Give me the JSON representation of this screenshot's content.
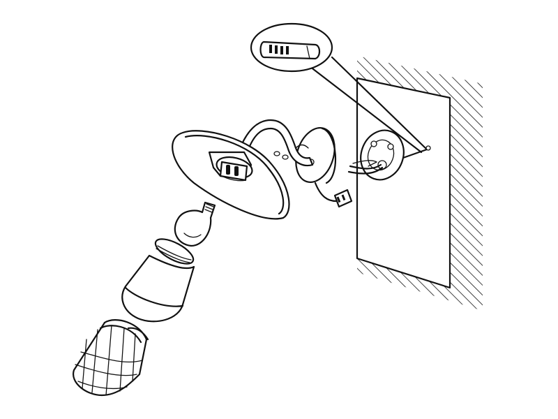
{
  "drawing": {
    "line_color": "#111111",
    "background": "#ffffff",
    "parts": [
      "wall-hatching",
      "mounting-plate",
      "detail-callout-bubble",
      "wall-mounting-bracket",
      "backplate",
      "gooseneck-arm",
      "shade",
      "bulb-socket",
      "light-bulb",
      "glass-globe",
      "wire-cage",
      "screws",
      "terminal-block",
      "supply-cable"
    ]
  }
}
